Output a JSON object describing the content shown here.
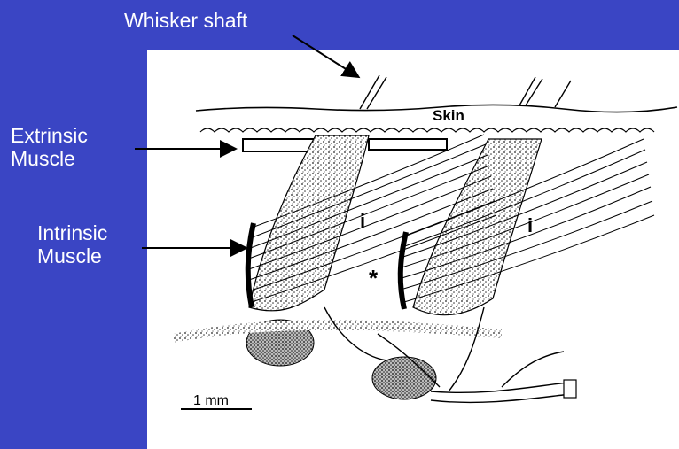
{
  "labels": {
    "whisker_shaft": "Whisker shaft",
    "extrinsic_line1": "Extrinsic",
    "extrinsic_line2": "Muscle",
    "intrinsic_line1": "Intrinsic",
    "intrinsic_line2": "Muscle"
  },
  "figure": {
    "skin": "Skin",
    "intrinsic_marker_left": "i",
    "intrinsic_marker_right": "i",
    "asterisk": "*",
    "scale_bar": "1 mm"
  },
  "colors": {
    "background": "#3a45c4",
    "figure_bg": "#ffffff",
    "ink": "#000000"
  }
}
